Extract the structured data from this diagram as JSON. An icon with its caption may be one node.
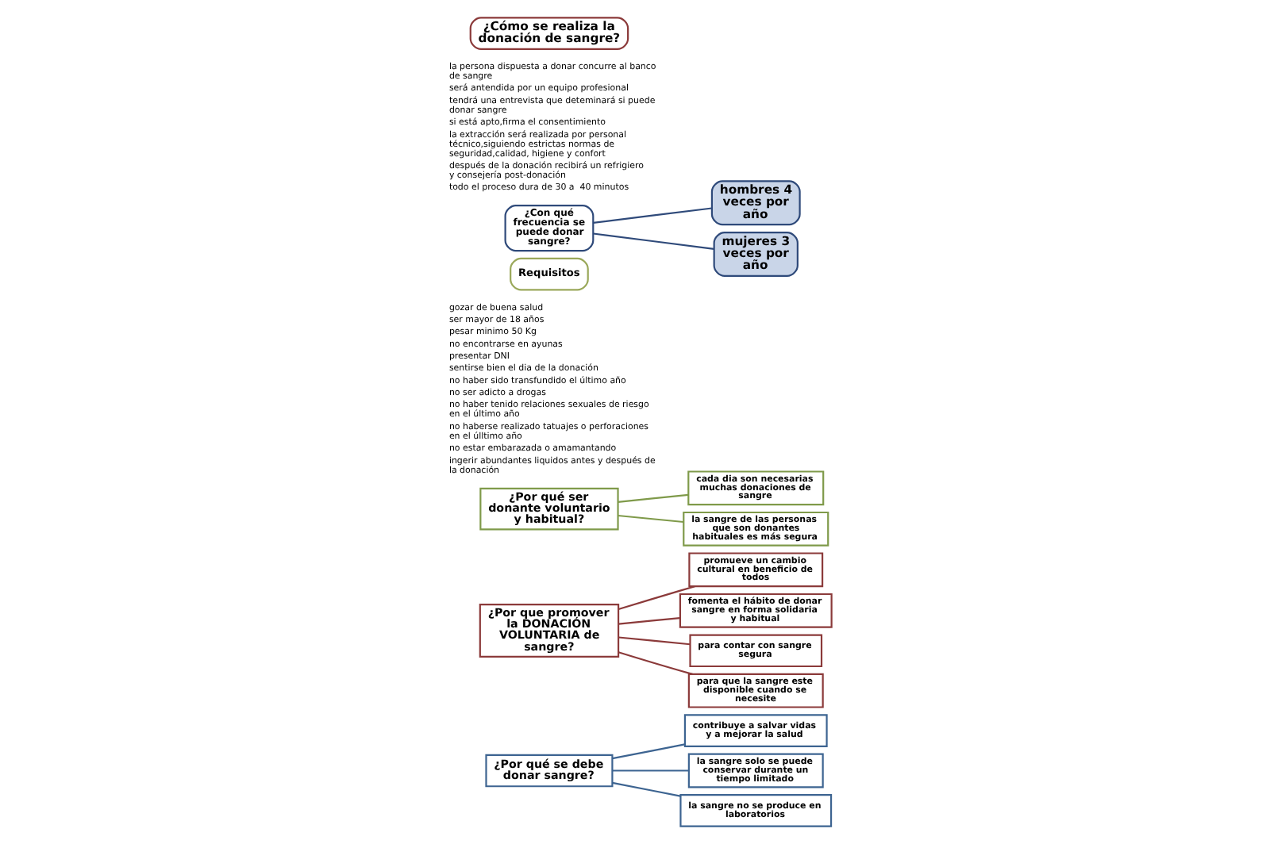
{
  "diagram": {
    "nodes": [
      {
        "text": [
          "¿Por qué se debe donar sangre?"
        ]
      },
      {
        "text": [
          "contribuye a salvar vidas y a mejorar la salud"
        ]
      },
      {
        "text": [
          "la sangre solo se puede conservar durante un tiempo limitado"
        ]
      },
      {
        "text": [
          "la sangre no se produce en laboratorios"
        ]
      },
      {
        "text": [
          "¿Por que promover la DONACIÓN VOLUNTARIA de sangre?"
        ]
      },
      {
        "text": [
          "promueve un cambio cultural en beneficio de todos"
        ]
      },
      {
        "text": [
          "fomenta el hábito de donar sangre en forma solidaria y habitual"
        ]
      },
      {
        "text": [
          "para contar con sangre segura"
        ]
      },
      {
        "text": [
          "para que la sangre este disponible cuando se necesite"
        ]
      },
      {
        "text": [
          "¿Por qué ser donante voluntario y habitual?"
        ]
      },
      {
        "text": [
          "cada dia son necesarias muchas donaciones de sangre"
        ]
      },
      {
        "text": [
          "la sangre de las personas que son donantes habituales es más segura"
        ]
      },
      {
        "text": [
          "Requisitos"
        ],
        "beside": [
          "gozar de buena salud",
          "ser mayor de 18 años",
          "pesar minimo 50 Kg",
          "no encontrarse en ayunas",
          "presentar DNI",
          "sentirse bien el dia de la donación",
          "no haber sido transfundido el último año",
          "no ser adicto a drogas",
          "no haber tenido relaciones sexuales de riesgo en el último año",
          "no haberse realizado tatuajes o perforaciones en el úlltimo año",
          "no estar embarazada o amamantando",
          "ingerir abundantes liquidos antes y después de la donación"
        ]
      },
      {
        "text": [
          "¿Con qué frecuencia se puede donar sangre?"
        ]
      },
      {
        "text": [
          "hombres 4 veces por año"
        ]
      },
      {
        "text": [
          "mujeres 3 veces por año"
        ]
      },
      {
        "text": [
          "¿Cómo se realiza la donación de sangre?"
        ],
        "beside": [
          "la persona dispuesta a donar concurre al banco de sangre",
          "será antendida por un equipo profesional",
          "tendrá una entrevista que deteminará si puede donar sangre",
          "si está apto,firma el consentimiento",
          "la extracción será realizada por personal técnico,siguiendo estrictas normas de seguridad,calidad, higiene y confort",
          "después de la donación recibirá un refrigiero y consejería post-donación",
          "todo el proceso dura de 30 a  40 minutos"
        ]
      }
    ],
    "edges": [
      {
        "from": 0,
        "to": 1,
        "arrow": "none",
        "color": "#3d6491"
      },
      {
        "from": 0,
        "to": 2,
        "arrow": "none",
        "color": "#3d6491"
      },
      {
        "from": 0,
        "to": 3,
        "arrow": "none",
        "color": "#3d6491"
      },
      {
        "from": 4,
        "to": 5,
        "arrow": "none"
      },
      {
        "from": 4,
        "to": 6,
        "arrow": "none"
      },
      {
        "from": 4,
        "to": 7,
        "arrow": "none"
      },
      {
        "from": 4,
        "to": 8,
        "arrow": "none"
      },
      {
        "from": 9,
        "to": 10,
        "arrow": "none",
        "color": "#7f9a4a"
      },
      {
        "from": 9,
        "to": 11,
        "arrow": "none",
        "color": "#7f9a4a"
      },
      {
        "from": 13,
        "to": 14,
        "arrow": "none",
        "color": "#2f4a7a"
      },
      {
        "from": 13,
        "to": 15,
        "arrow": "none",
        "color": "#2f4a7a"
      }
    ]
  }
}
